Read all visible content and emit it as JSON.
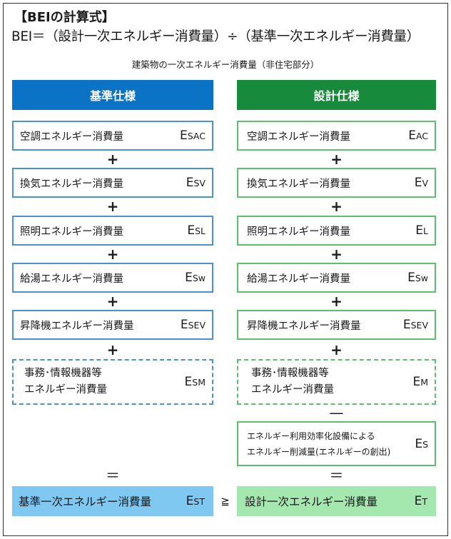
{
  "title": "【BEIの計算式】",
  "formula": "BEI＝（設計一次エネルギー消費量）÷（基準一次エネルギー消費量）",
  "subtitle": "建築物の一次エネルギー消費量（非住宅部分）",
  "colors": {
    "standard_header": "#0b73c6",
    "design_header": "#188a3c",
    "standard_border": "#4a90d9",
    "design_border": "#5cbf6e",
    "standard_result": "#7ec8f2",
    "design_result": "#a4e8b0"
  },
  "standard": {
    "header": "基準仕様",
    "items": [
      {
        "label": "空調エネルギー消費量",
        "sym_main": "E",
        "sym_sub": "SAC"
      },
      {
        "label": "換気エネルギー消費量",
        "sym_main": "E",
        "sym_sub": "SV"
      },
      {
        "label": "照明エネルギー消費量",
        "sym_main": "E",
        "sym_sub": "SL"
      },
      {
        "label": "給湯エネルギー消費量",
        "sym_main": "E",
        "sym_sub": "Sw"
      },
      {
        "label": "昇降機エネルギー消費量",
        "sym_main": "E",
        "sym_sub": "SEV"
      },
      {
        "label_line1": "事務･情報機器等",
        "label_line2": "エネルギー消費量",
        "sym_main": "E",
        "sym_sub": "SM"
      }
    ],
    "ops": [
      "+",
      "+",
      "+",
      "+",
      "+"
    ],
    "equals": "＝",
    "result": {
      "label": "基準一次エネルギー消費量",
      "sym_main": "E",
      "sym_sub": "ST"
    }
  },
  "design": {
    "header": "設計仕様",
    "items": [
      {
        "label": "空調エネルギー消費量",
        "sym_main": "E",
        "sym_sub": "AC"
      },
      {
        "label": "換気エネルギー消費量",
        "sym_main": "E",
        "sym_sub": "V"
      },
      {
        "label": "照明エネルギー消費量",
        "sym_main": "E",
        "sym_sub": "L"
      },
      {
        "label": "給湯エネルギー消費量",
        "sym_main": "E",
        "sym_sub": "Sw"
      },
      {
        "label": "昇降機エネルギー消費量",
        "sym_main": "E",
        "sym_sub": "SEV"
      },
      {
        "label_line1": "事務･情報機器等",
        "label_line2": "エネルギー消費量",
        "sym_main": "E",
        "sym_sub": "M"
      },
      {
        "label_line1": "エネルギー利用効率化設備による",
        "label_line2": "エネルギー削減量(エネルギーの創出)",
        "sym_main": "E",
        "sym_sub": "S"
      }
    ],
    "ops": [
      "+",
      "+",
      "+",
      "+",
      "+"
    ],
    "minus": "—",
    "equals": "＝",
    "result": {
      "label": "設計一次エネルギー消費量",
      "sym_main": "E",
      "sym_sub": "T"
    }
  },
  "comparison": "≧"
}
